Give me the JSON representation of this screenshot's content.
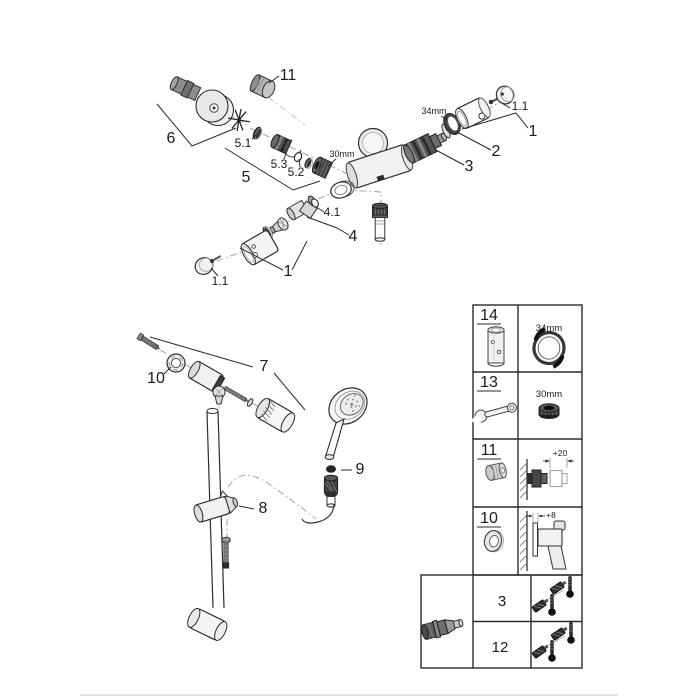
{
  "colors": {
    "background": "#ffffff",
    "line": "#2e2e2e",
    "table_border": "#2b2b2b",
    "light_part": "#f2f2f2",
    "dark_part": "#3f3f3f",
    "footer_divider": "#e3e3e3"
  },
  "diagram_top": {
    "callouts": {
      "c6": "6",
      "c11": "11",
      "c5": "5",
      "c5_1": "5.1",
      "c5_2": "5.2",
      "c5_3": "5.3",
      "size_30mm": "30mm",
      "size_34mm": "34mm",
      "c1_top": "1",
      "c1_1_top": "1.1",
      "c2": "2",
      "c3": "3",
      "c4": "4",
      "c4_1": "4.1",
      "c1_bottom": "1",
      "c1_1_bottom": "1.1"
    }
  },
  "diagram_bottom": {
    "callouts": {
      "c7": "7",
      "c8": "8",
      "c9": "9",
      "c10": "10"
    }
  },
  "parts_table": {
    "rows": [
      {
        "number": "14",
        "size_label": "34mm",
        "left_icon": "cartridge-sleeve-icon",
        "right_icon": "ring-spanner-34mm-icon"
      },
      {
        "number": "13",
        "size_label": "30mm",
        "left_icon": "open-end-wrench-icon",
        "right_icon": "nut-30mm-icon"
      },
      {
        "number": "11",
        "size_label": "+20",
        "left_icon": "plug-cap-icon",
        "right_icon": "wall-extension-20-icon"
      },
      {
        "number": "10",
        "size_label": "+8",
        "left_icon": "washer-icon",
        "right_icon": "wall-spacer-8-icon"
      }
    ],
    "service": {
      "icon": "non-return-valve-icon",
      "rows": [
        {
          "number": "3"
        },
        {
          "number": "12"
        }
      ],
      "note_icon": "grease-and-thermometer-icon"
    }
  }
}
